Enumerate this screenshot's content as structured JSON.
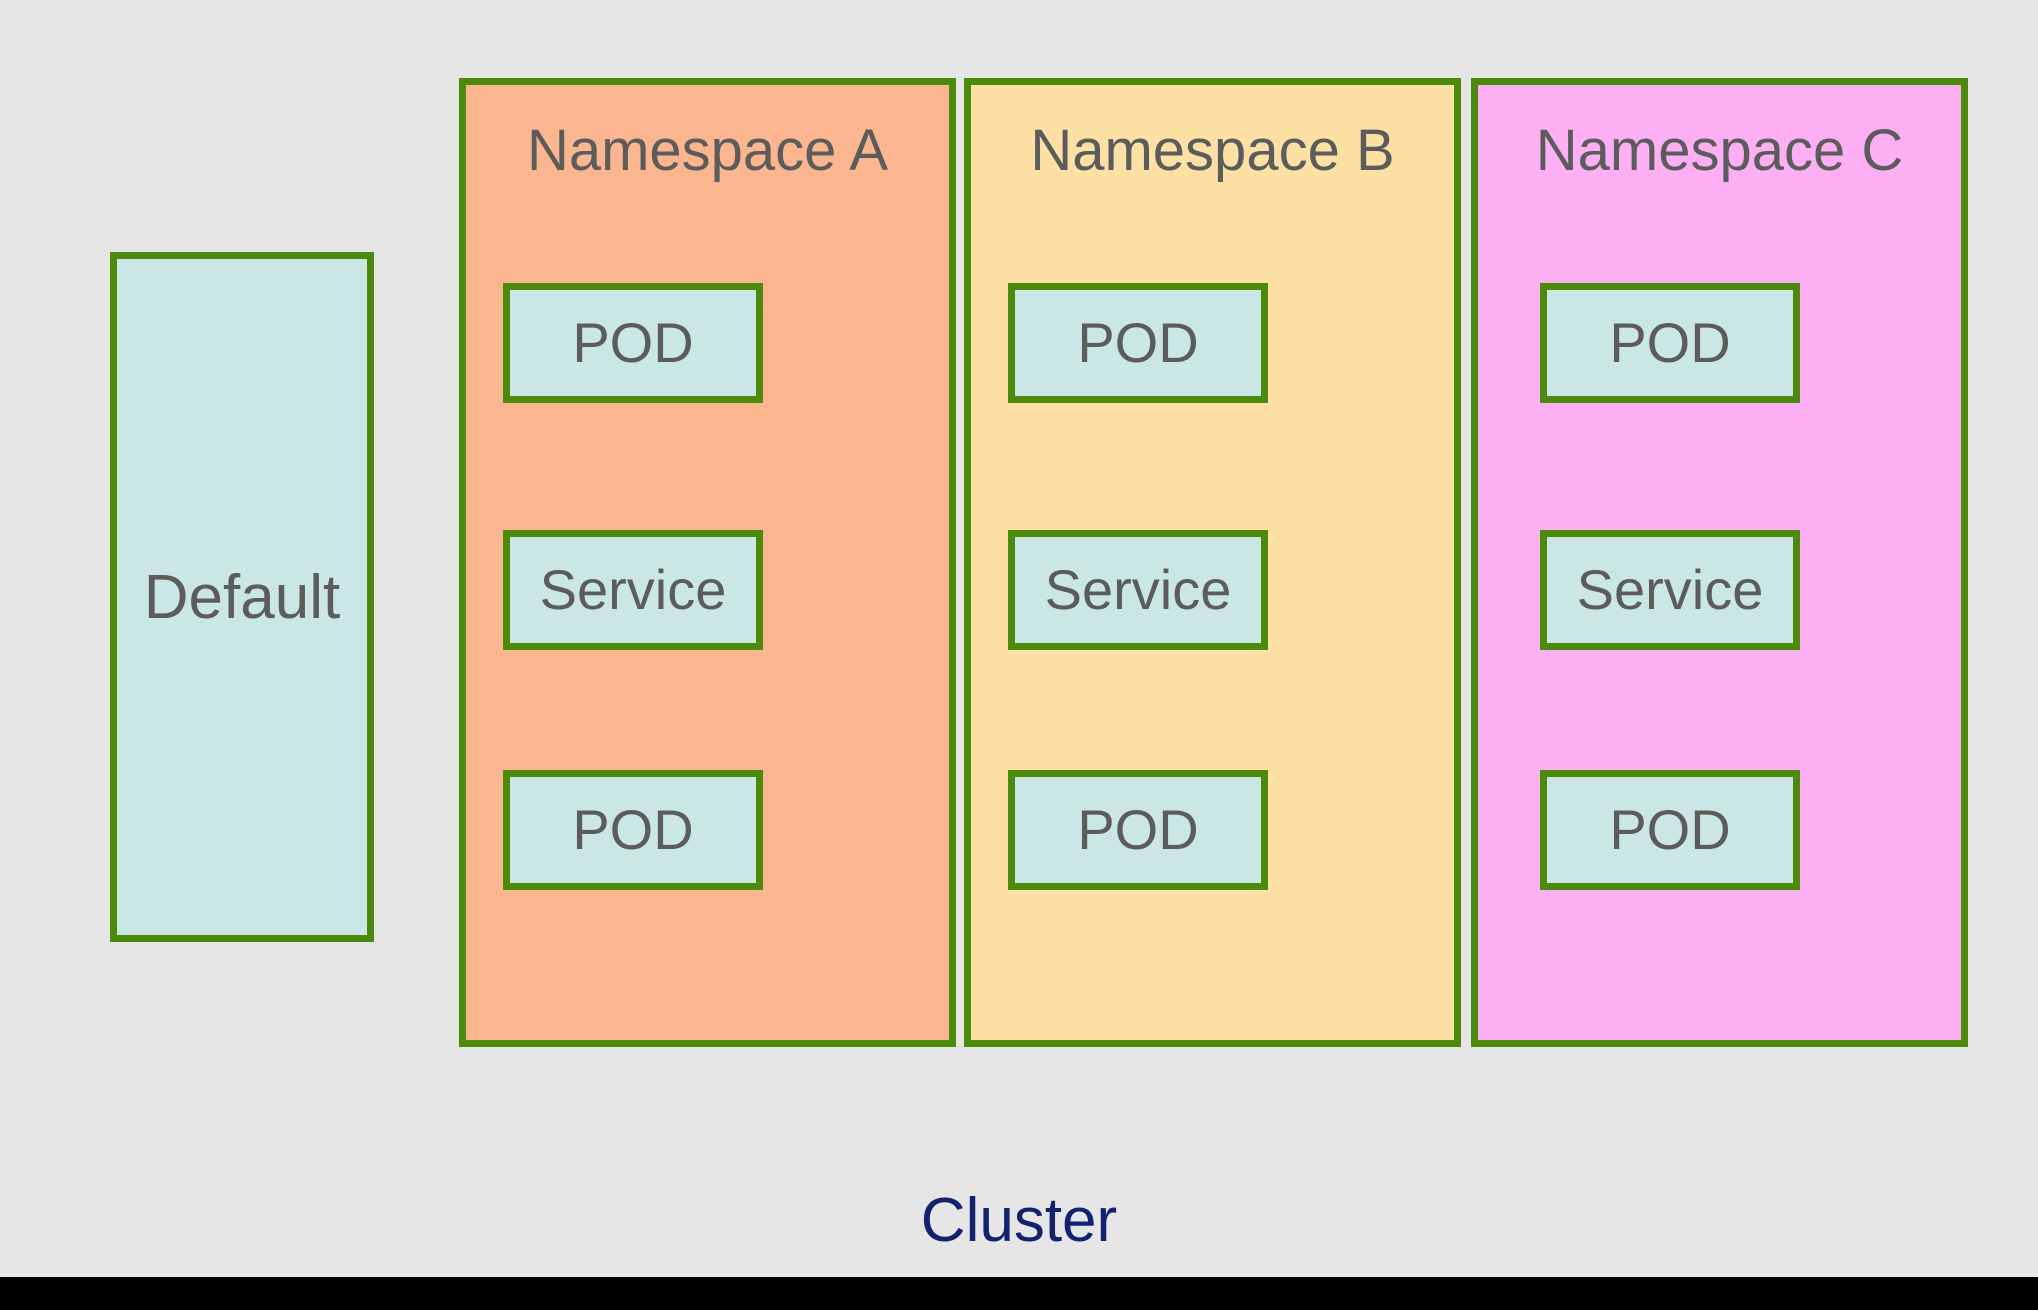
{
  "diagram": {
    "caption": "Cluster",
    "default_namespace": {
      "label": "Default"
    },
    "namespaces": [
      {
        "title": "Namespace A",
        "fill": "#FBB68F",
        "resources": [
          {
            "label": "POD"
          },
          {
            "label": "Service"
          },
          {
            "label": "POD"
          }
        ]
      },
      {
        "title": "Namespace B",
        "fill": "#FCE0A4",
        "resources": [
          {
            "label": "POD"
          },
          {
            "label": "Service"
          },
          {
            "label": "POD"
          }
        ]
      },
      {
        "title": "Namespace C",
        "fill": "#FDAFF4",
        "resources": [
          {
            "label": "POD"
          },
          {
            "label": "Service"
          },
          {
            "label": "POD"
          }
        ]
      }
    ],
    "colors": {
      "background": "#E6E6E6",
      "border_green": "#4C8A0C",
      "resource_fill": "#CBE7E5",
      "text_gray": "#5C5C5C",
      "caption_navy": "#12226E",
      "bottom_bar": "#000000"
    }
  }
}
